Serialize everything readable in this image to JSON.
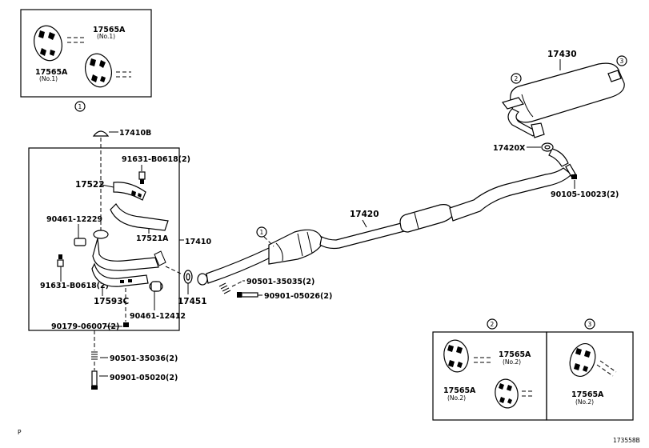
{
  "labels": {
    "p17565a_inset1_top": "17565A",
    "p17565a_inset1_top_note": "(No.1)",
    "p17565a_inset1_bot": "17565A",
    "p17565a_inset1_bot_note": "(No.1)",
    "inset1_tag": "1",
    "p17410b": "17410B",
    "p91631_top": "91631-B0618(2)",
    "p17522": "17522",
    "p90461_12229": "90461-12229",
    "p17521a": "17521A",
    "p17410": "17410",
    "p91631_bot": "91631-B0618(2)",
    "p17593c": "17593C",
    "p90461_12412": "90461-12412",
    "p90179": "90179-06007(2)",
    "p90501_36": "90501-35036(2)",
    "p90901_20": "90901-05020(2)",
    "p17451": "17451",
    "p90501_35": "90501-35035(2)",
    "p90901_26": "90901-05026(2)",
    "p17420": "17420",
    "p17420x": "17420X",
    "p90105": "90105-10023(2)",
    "p17430": "17430",
    "circle1_pipe": "1",
    "circle2_muffler": "2",
    "circle3_muffler": "3",
    "inset2_tag": "2",
    "inset3_tag": "3",
    "p17565a_inset2_left": "17565A",
    "p17565a_inset2_left_note": "(No.2)",
    "p17565a_inset2_right": "17565A",
    "p17565a_inset2_right_note": "(No.2)",
    "p17565a_inset3": "17565A",
    "p17565a_inset3_note": "(No.2)",
    "corner_p": "P",
    "diagram_id": "173558B"
  }
}
